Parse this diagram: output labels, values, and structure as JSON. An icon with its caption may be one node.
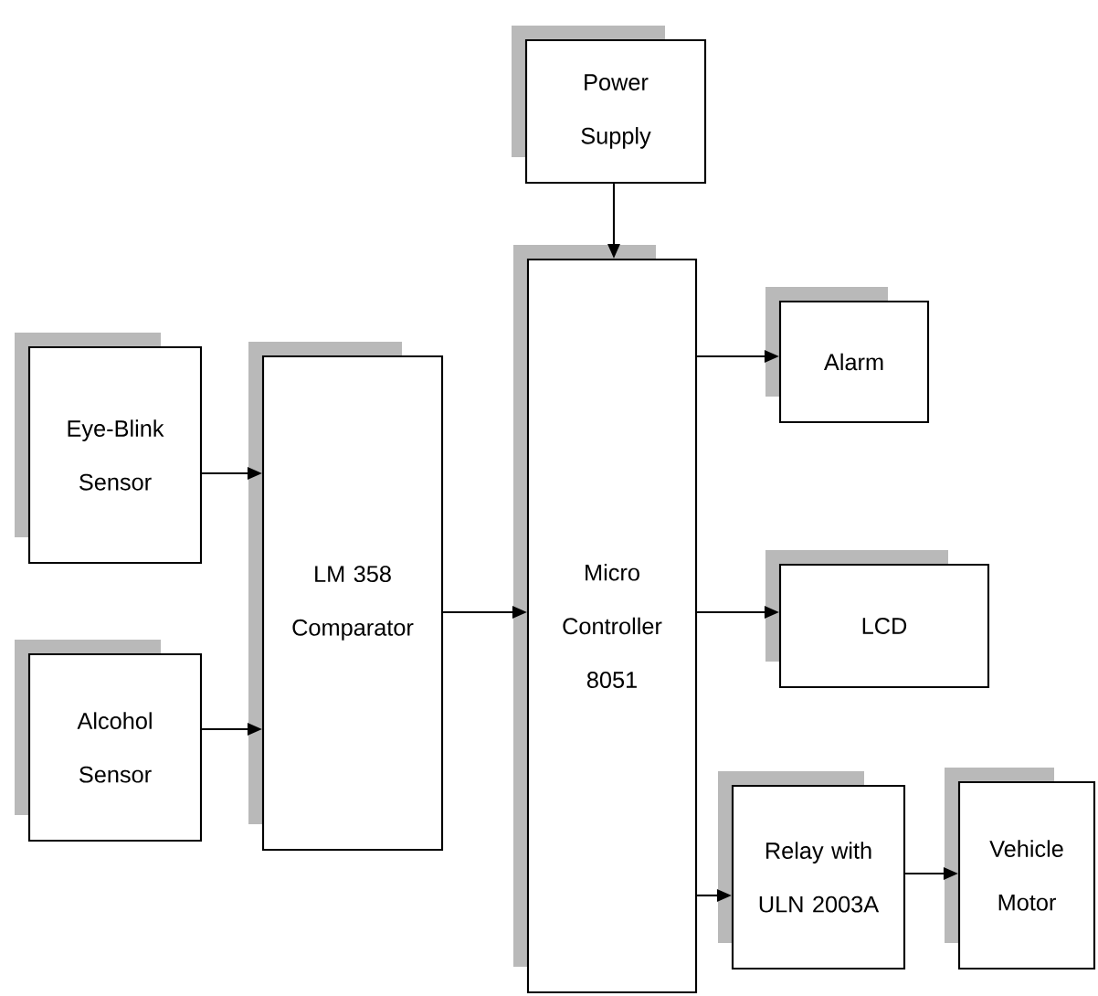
{
  "diagram": {
    "nodes": [
      {
        "text": [
          "Power Supply"
        ]
      },
      {
        "text": [
          "Eye-Blink Sensor"
        ]
      },
      {
        "text": [
          "Alcohol Sensor"
        ]
      },
      {
        "text": [
          "LM 358 Comparator"
        ]
      },
      {
        "text": [
          "Micro Controller 8051"
        ]
      },
      {
        "text": [
          "Alarm"
        ]
      },
      {
        "text": [
          "LCD"
        ]
      },
      {
        "text": [
          "Relay with ULN 2003A"
        ]
      },
      {
        "text": [
          "Vehicle Motor"
        ]
      }
    ],
    "edges": [
      {
        "from": 0,
        "to": 4,
        "arrow": "to"
      },
      {
        "from": 1,
        "to": 3,
        "arrow": "to"
      },
      {
        "from": 2,
        "to": 3,
        "arrow": "to"
      },
      {
        "from": 3,
        "to": 4,
        "arrow": "to"
      },
      {
        "from": 4,
        "to": 5,
        "arrow": "to"
      },
      {
        "from": 4,
        "to": 6,
        "arrow": "to"
      },
      {
        "from": 4,
        "to": 7,
        "arrow": "to"
      },
      {
        "from": 7,
        "to": 8,
        "arrow": "to"
      }
    ]
  }
}
